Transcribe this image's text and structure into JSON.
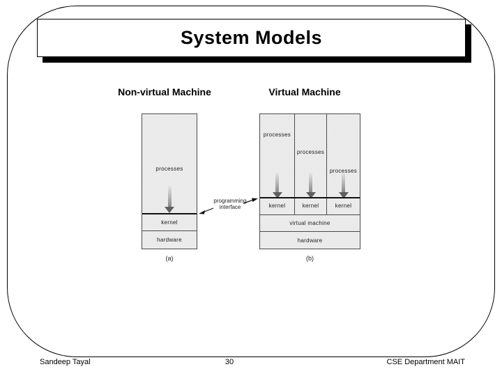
{
  "slide": {
    "title": "System Models",
    "footer": {
      "author": "Sandeep Tayal",
      "page_number": "30",
      "department": "CSE Department MAIT"
    }
  },
  "diagram": {
    "left_heading": "Non-virtual Machine",
    "right_heading": "Virtual Machine",
    "annotation": {
      "line1": "programming",
      "line2": "interface"
    },
    "non_virtual": {
      "processes": "processes",
      "kernel": "kernel",
      "hardware": "hardware",
      "caption": "(a)"
    },
    "virtual": {
      "columns": [
        {
          "processes": "processes",
          "kernel": "kernel"
        },
        {
          "processes": "processes",
          "kernel": "kernel"
        },
        {
          "processes": "processes",
          "kernel": "kernel"
        }
      ],
      "virtual_machine": "virtual machine",
      "hardware": "hardware",
      "caption": "(b)"
    },
    "colors": {
      "box_fill": "#e9e9e9",
      "box_border": "#4a4a4a",
      "thick_line": "#111111",
      "arrow_dark": "#5f5f5f",
      "annotation_ink": "#1c1c1c"
    }
  }
}
